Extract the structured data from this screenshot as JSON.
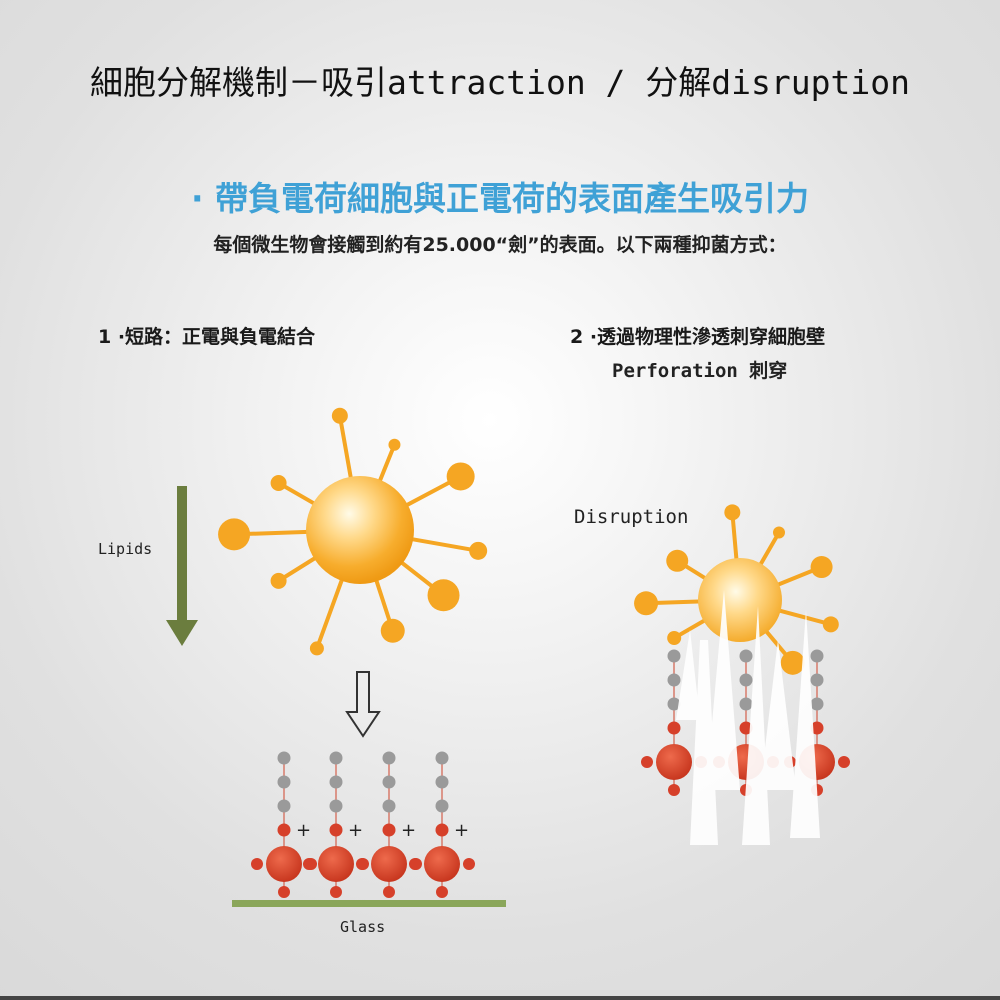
{
  "title": "細胞分解機制－吸引attraction / 分解disruption",
  "subtitle": "· 帶負電荷細胞與正電荷的表面產生吸引力",
  "description": "每個微生物會接觸到約有25.000“劍”的表面。以下兩種抑菌方式：",
  "method_1": {
    "label": "1 ·短路：正電與負電結合",
    "side_label": "Lipids",
    "surface_label": "Glass",
    "charge_symbol": "+"
  },
  "method_2": {
    "label": "2 ·透過物理性滲透刺穿細胞壁",
    "sub_label": "Perforation 刺穿",
    "annotation": "Disruption"
  },
  "colors": {
    "title_blue": "#3fa1d6",
    "cell_orange": "#f5a623",
    "arrow_green": "#6b7d3e",
    "node_red": "#d6402a",
    "node_gray": "#9a9a9a",
    "glass_green": "#8aa65a"
  },
  "icons": {
    "cell": "bacterium-icon",
    "down_arrow": "down-arrow-icon",
    "hollow_arrow": "hollow-down-arrow-icon",
    "spikes": "nano-spikes-icon"
  }
}
